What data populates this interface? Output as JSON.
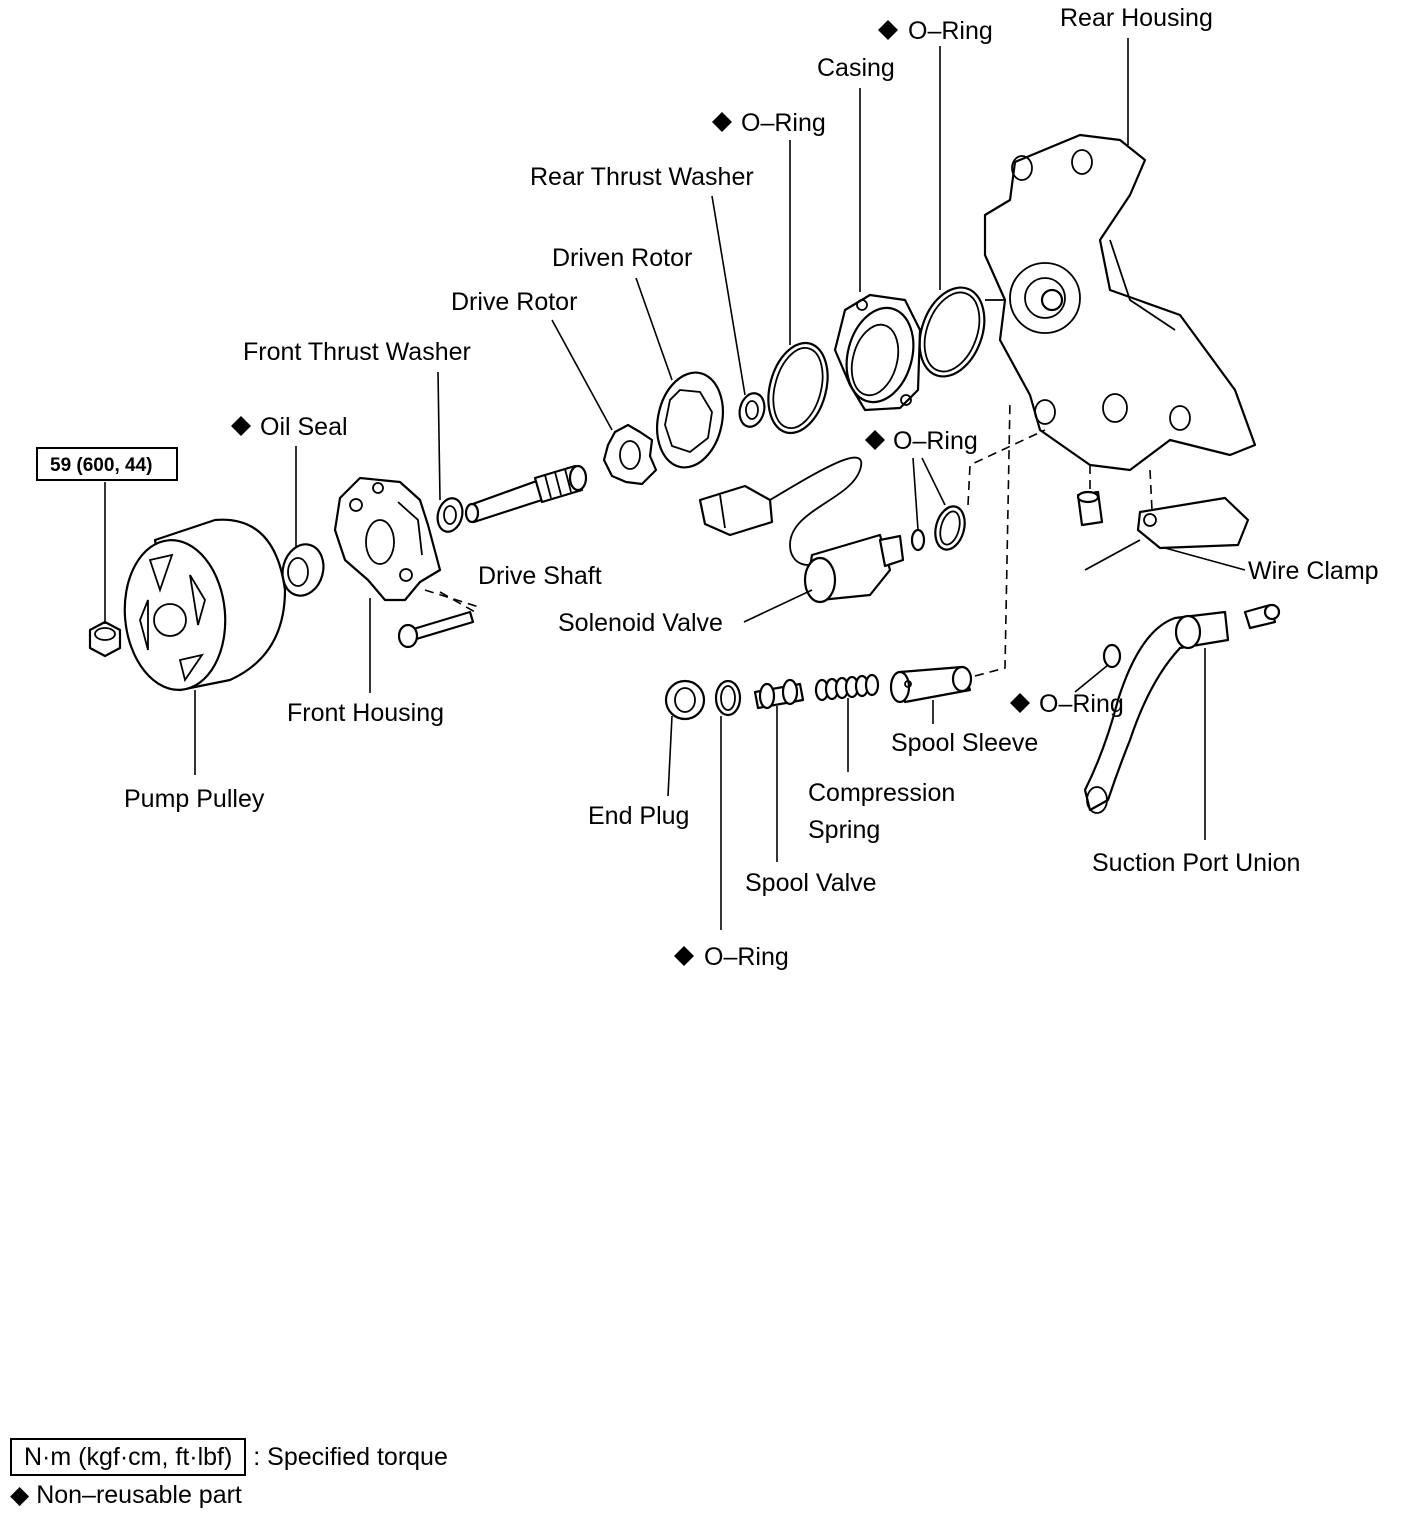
{
  "diagram": {
    "labels": {
      "rear_housing": "Rear Housing",
      "oring_top": "O–Ring",
      "casing": "Casing",
      "oring_casing": "O–Ring",
      "rear_thrust_washer": "Rear Thrust Washer",
      "driven_rotor": "Driven Rotor",
      "drive_rotor": "Drive Rotor",
      "front_thrust_washer": "Front Thrust Washer",
      "oil_seal": "Oil Seal",
      "torque_spec": "59 (600, 44)",
      "oring_solenoid": "O–Ring",
      "drive_shaft": "Drive Shaft",
      "wire_clamp": "Wire Clamp",
      "solenoid_valve": "Solenoid Valve",
      "front_housing": "Front Housing",
      "oring_union": "O–Ring",
      "spool_sleeve": "Spool Sleeve",
      "pump_pulley": "Pump Pulley",
      "end_plug": "End Plug",
      "compression_spring_line1": "Compression",
      "compression_spring_line2": "Spring",
      "suction_port_union": "Suction Port Union",
      "spool_valve": "Spool Valve",
      "oring_bottom": "O–Ring"
    }
  },
  "legend": {
    "torque_unit": "N·m (kgf·cm, ft·lbf)",
    "torque_desc": ": Specified torque",
    "non_reusable": "Non–reusable part",
    "diamond_symbol": "◆"
  }
}
